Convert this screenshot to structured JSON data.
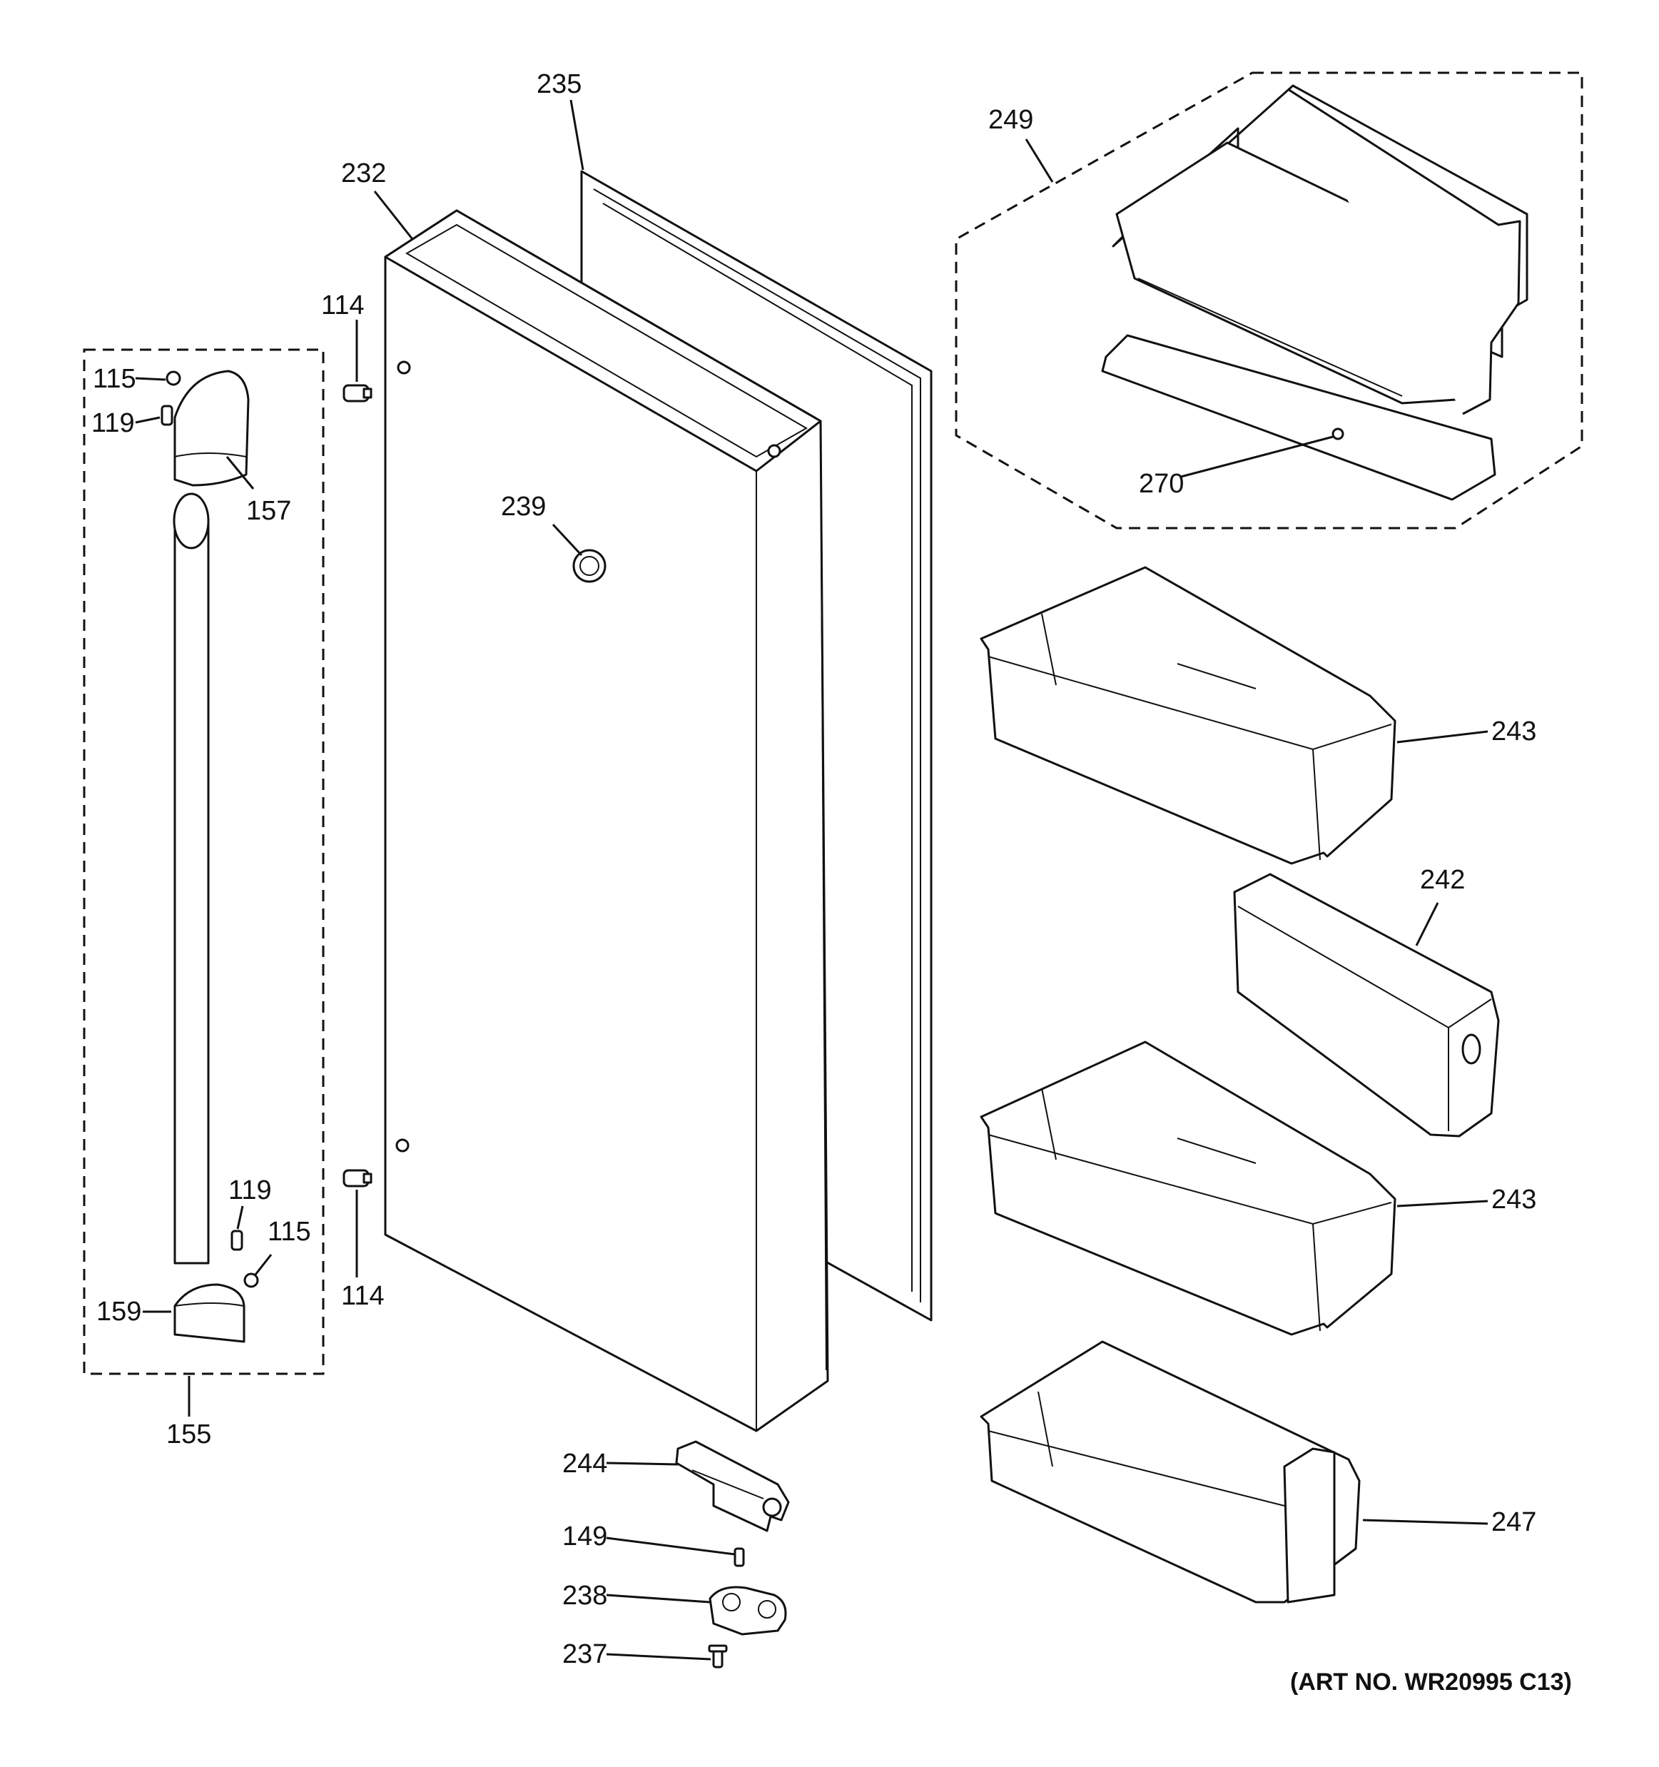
{
  "labels": {
    "l115a": "115",
    "l119a": "119",
    "l157": "157",
    "l114a": "114",
    "l232": "232",
    "l235": "235",
    "l239": "239",
    "l249": "249",
    "l270": "270",
    "l243a": "243",
    "l242": "242",
    "l243b": "243",
    "l247": "247",
    "l119b": "119",
    "l115b": "115",
    "l159": "159",
    "l155": "155",
    "l114b": "114",
    "l244": "244",
    "l149": "149",
    "l238": "238",
    "l237": "237"
  },
  "art_number": "(ART NO. WR20995 C13)"
}
